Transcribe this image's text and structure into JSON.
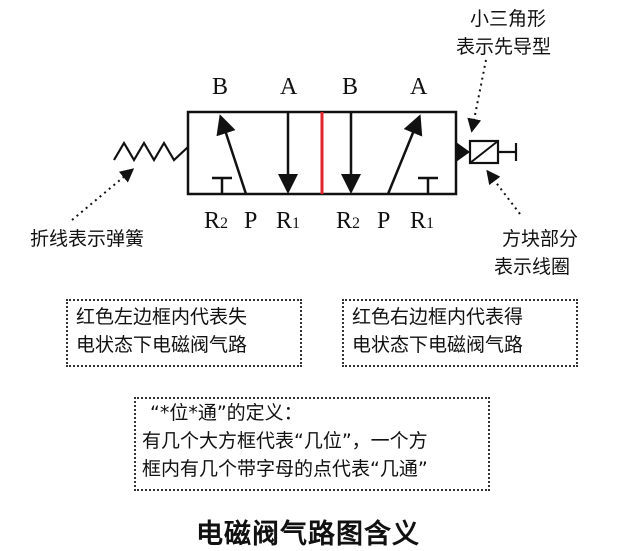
{
  "diagram": {
    "top_ports": [
      "B",
      "A",
      "B",
      "A"
    ],
    "bottom_ports": [
      {
        "main": "R",
        "sub": "2"
      },
      {
        "main": "P",
        "sub": ""
      },
      {
        "main": "R",
        "sub": "1"
      },
      {
        "main": "R",
        "sub": "2"
      },
      {
        "main": "P",
        "sub": ""
      },
      {
        "main": "R",
        "sub": "1"
      }
    ],
    "colors": {
      "divider": "#e0262b",
      "stroke": "#111111"
    },
    "annotations": {
      "pilot": [
        "小三角形",
        "表示先导型"
      ],
      "spring": "折线表示弹簧",
      "coil": [
        "方块部分",
        "表示线圈"
      ]
    },
    "boxes": {
      "left": [
        "红色左边框内代表失",
        "电状态下电磁阀气路"
      ],
      "right": [
        "红色右边框内代表得",
        "电状态下电磁阀气路"
      ],
      "definition": [
        "“*位*通”的定义：",
        "有几个大方框代表“几位”，一个方",
        "框内有几个带字母的点代表“几通”"
      ]
    },
    "caption": "电磁阀气路图含义"
  }
}
